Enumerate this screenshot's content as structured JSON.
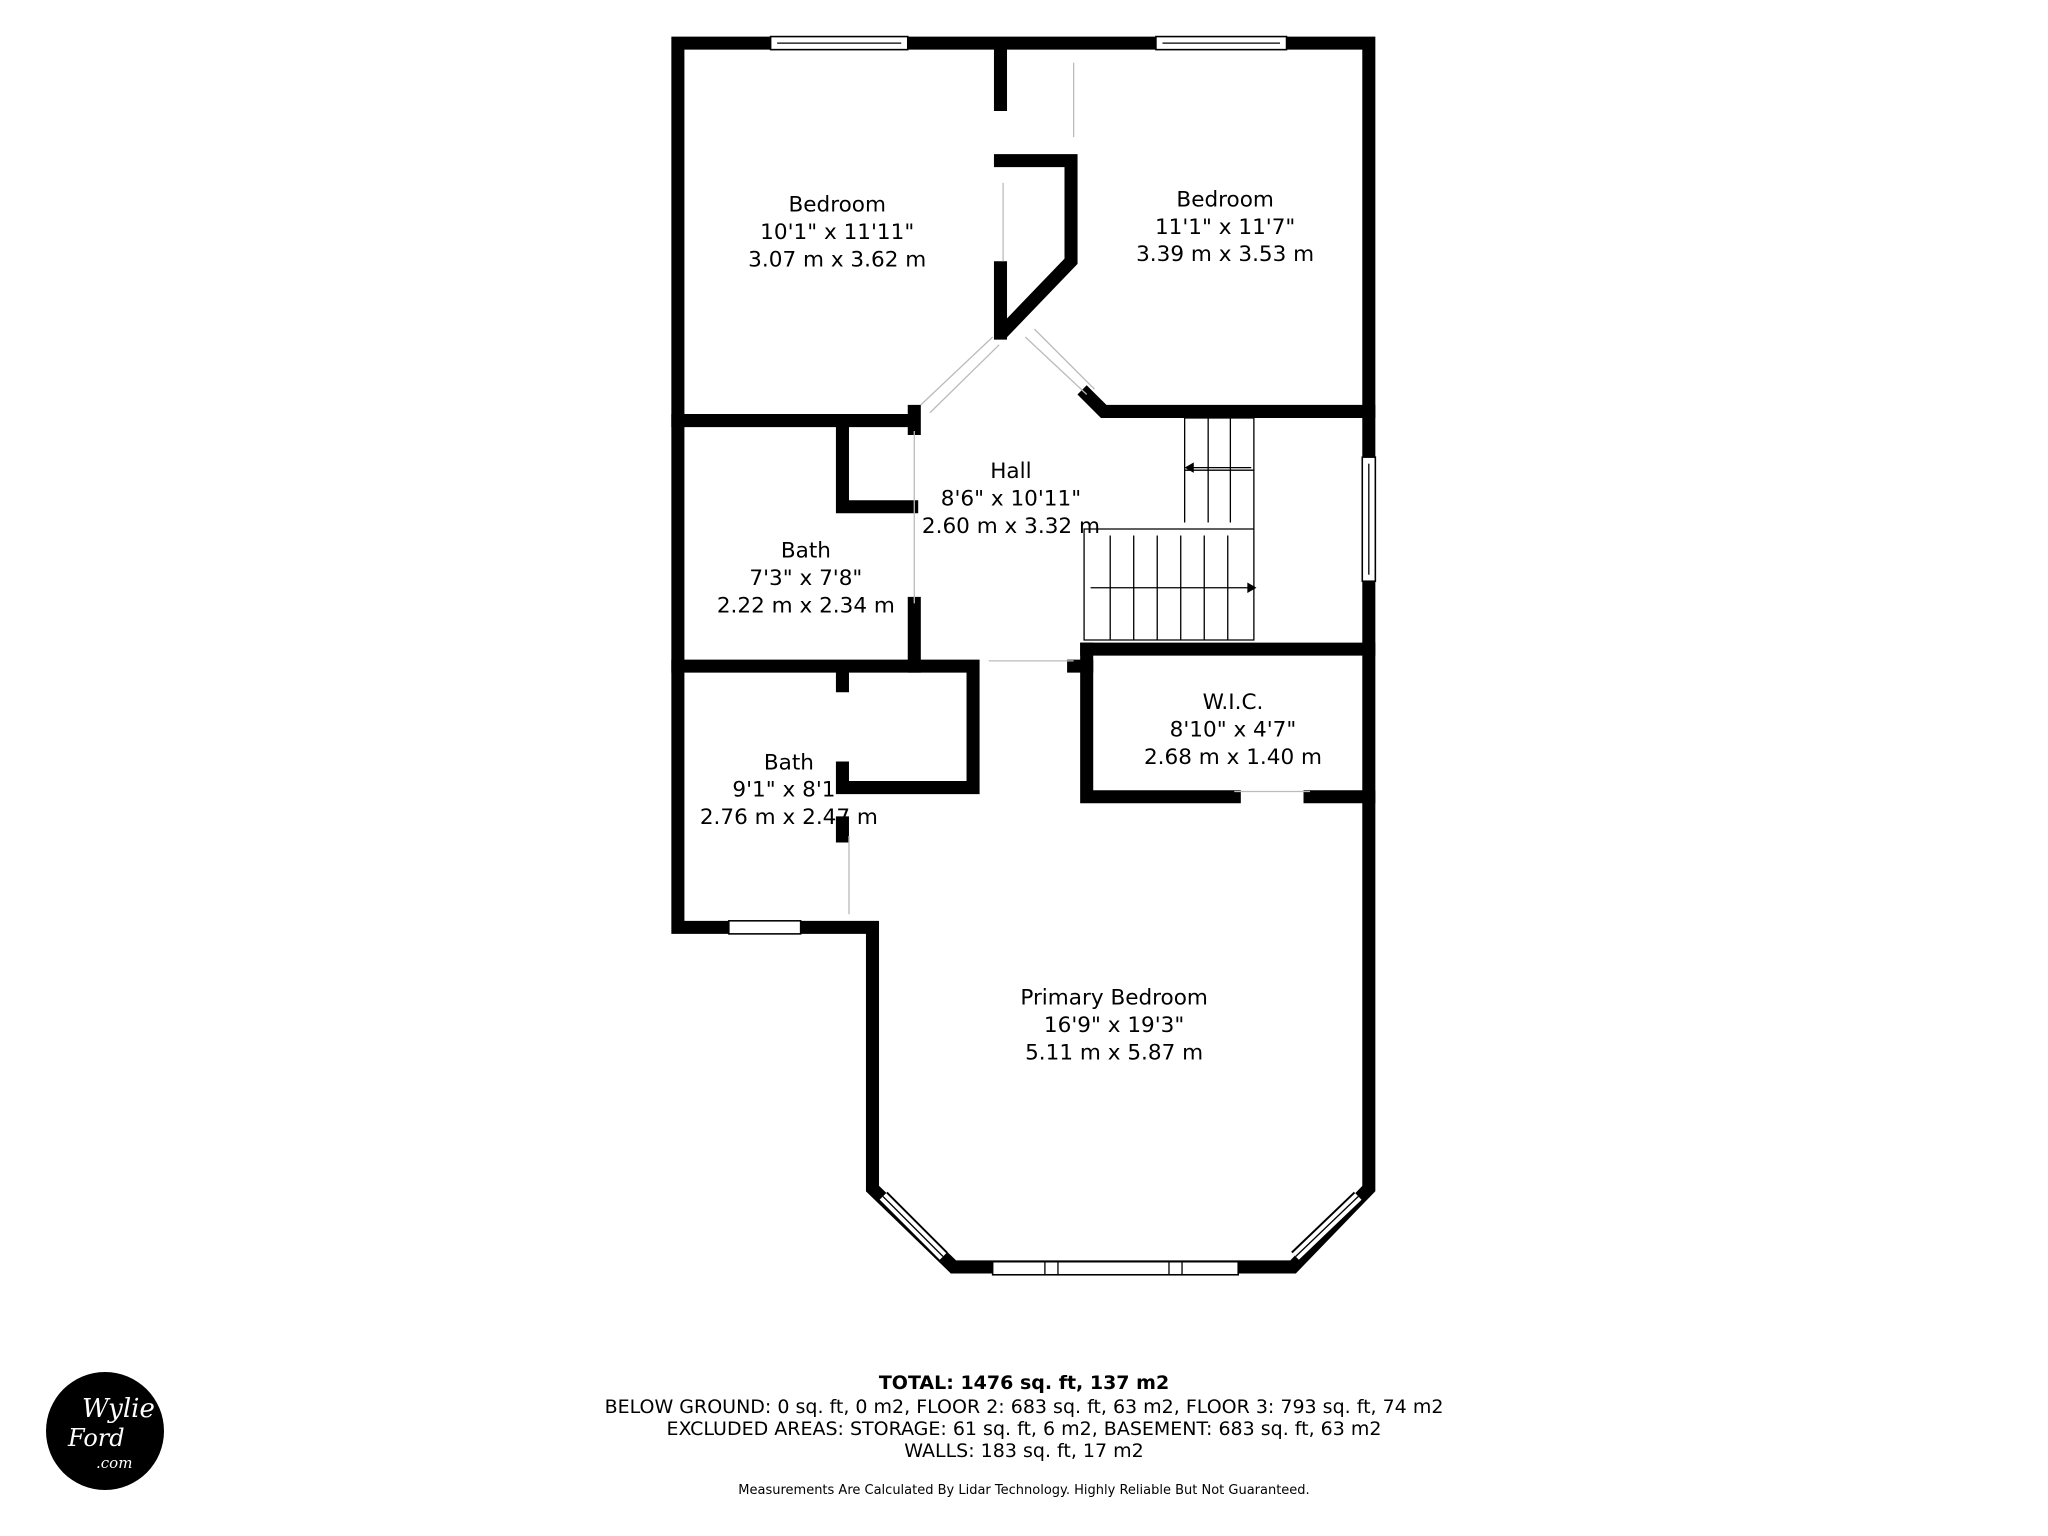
{
  "rooms": {
    "bedroom1": {
      "name": "Bedroom",
      "imperial": "10'1\" x 11'11\"",
      "metric": "3.07 m x 3.62 m"
    },
    "bedroom2": {
      "name": "Bedroom",
      "imperial": "11'1\" x 11'7\"",
      "metric": "3.39 m x 3.53 m"
    },
    "hall": {
      "name": "Hall",
      "imperial": "8'6\" x 10'11\"",
      "metric": "2.60 m x 3.32 m"
    },
    "bath1": {
      "name": "Bath",
      "imperial": "7'3\" x 7'8\"",
      "metric": "2.22 m x 2.34 m"
    },
    "wic": {
      "name": "W.I.C.",
      "imperial": "8'10\" x 4'7\"",
      "metric": "2.68 m x 1.40 m"
    },
    "bath2": {
      "name": "Bath",
      "imperial": "9'1\" x 8'1\"",
      "metric": "2.76 m x 2.47 m"
    },
    "primary": {
      "name": "Primary Bedroom",
      "imperial": "16'9\" x 19'3\"",
      "metric": "5.11 m x 5.87 m"
    }
  },
  "footer": {
    "total": "TOTAL: 1476 sq. ft, 137 m2",
    "below_ground": "BELOW GROUND: 0 sq. ft, 0 m2, FLOOR 2: 683 sq. ft, 63 m2, FLOOR 3: 793 sq. ft, 74 m2",
    "excluded": "EXCLUDED AREAS: STORAGE: 61 sq. ft, 6 m2, BASEMENT: 683 sq. ft, 63 m2",
    "walls": "WALLS: 183 sq. ft, 17 m2",
    "note": "Measurements Are Calculated By Lidar Technology. Highly Reliable But Not Guaranteed."
  },
  "logo": {
    "line1": "Wylie",
    "line2": "Ford",
    "line3": ".com"
  }
}
